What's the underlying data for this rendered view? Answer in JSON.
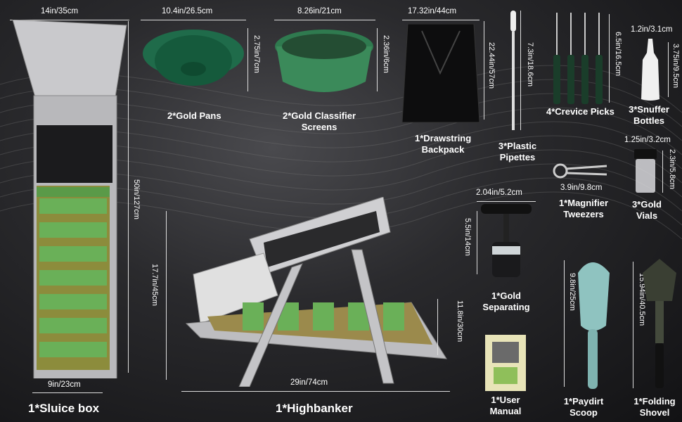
{
  "sluice": {
    "top_width": "14in/35cm",
    "length": "50in/127cm",
    "bottom_width": "9in/23cm",
    "label": "1*Sluice box"
  },
  "highbanker": {
    "height": "17.7in/45cm",
    "length": "29in/74cm",
    "depth": "11.8in/30cm",
    "label": "1*Highbanker"
  },
  "gold_pans": {
    "width": "10.4in/26.5cm",
    "height": "2.75in/7cm",
    "label": "2*Gold Pans"
  },
  "classifier": {
    "width": "8.26in/21cm",
    "height": "2.36in/6cm",
    "label": "2*Gold Classifier Screens"
  },
  "backpack": {
    "width": "17.32in/44cm",
    "height": "22.44in/57cm",
    "label": "1*Drawstring Backpack"
  },
  "pipettes": {
    "height": "7.3in/18.6cm",
    "label": "3*Plastic Pipettes"
  },
  "picks": {
    "height": "6.5in/16.5cm",
    "label": "4*Crevice Picks"
  },
  "snuffer": {
    "width": "1.2in/3.1cm",
    "height": "3.75in/9.5cm",
    "label": "3*Snuffer Bottles"
  },
  "tweezers": {
    "width": "3.9in/9.8cm",
    "label": "1*Magnifier Tweezers"
  },
  "vials": {
    "width": "1.25in/3.2cm",
    "height": "2.3in/5.8cm",
    "label": "3*Gold Vials"
  },
  "separating": {
    "width": "2.04in/5.2cm",
    "height": "5.5in/14cm",
    "label": "1*Gold Separating"
  },
  "manual": {
    "label": "1*User Manual"
  },
  "scoop": {
    "height": "9.8in/25cm",
    "label": "1*Paydirt Scoop"
  },
  "shovel": {
    "height": "15.94in/40.5cm",
    "label": "1*Folding Shovel"
  }
}
